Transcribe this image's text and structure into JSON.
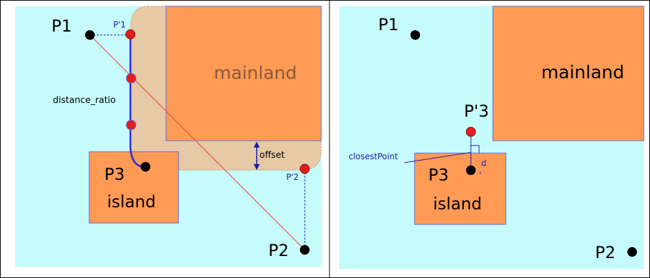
{
  "colors": {
    "sea": "#c6fbfb",
    "land": "#ff9a55",
    "land_stroke": "#5a6de0",
    "buffer": "#e6c9a6",
    "point_black": "#000000",
    "point_red": "#e61b1b",
    "line_red": "#e8553a",
    "blue": "#1a1aa6"
  },
  "left_panel": {
    "p1": "P1",
    "p1_prime": "P'1",
    "p2": "P2",
    "p2_prime": "P'2",
    "p3": "P3",
    "island": "island",
    "mainland": "mainland",
    "distance_ratio": "distance_ratio",
    "offset": "offset"
  },
  "right_panel": {
    "p1": "P1",
    "p2": "P2",
    "p3": "P3",
    "p3_prime": "P'3",
    "island": "island",
    "mainland": "mainland",
    "closest_point": "closestPoint",
    "d": "d",
    "tick": "'"
  }
}
